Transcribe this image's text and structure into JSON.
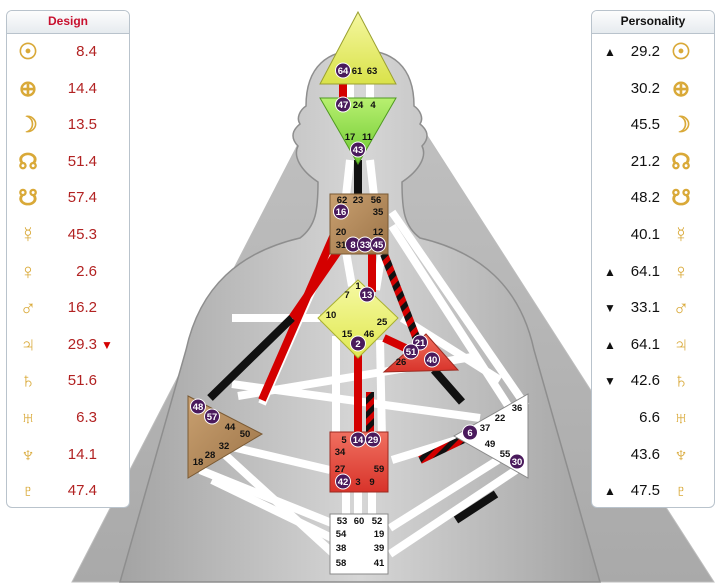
{
  "design": {
    "header": "Design",
    "rows": [
      {
        "planet": "sun-icon",
        "symbol": "☉",
        "value": "8.4",
        "arrow": ""
      },
      {
        "planet": "earth-icon",
        "symbol": "⊕",
        "value": "14.4",
        "arrow": ""
      },
      {
        "planet": "moon-icon",
        "symbol": "☽",
        "value": "13.5",
        "arrow": ""
      },
      {
        "planet": "north-node-icon",
        "symbol": "☊",
        "value": "51.4",
        "arrow": ""
      },
      {
        "planet": "south-node-icon",
        "symbol": "☋",
        "value": "57.4",
        "arrow": ""
      },
      {
        "planet": "mercury-icon",
        "symbol": "☿",
        "value": "45.3",
        "arrow": ""
      },
      {
        "planet": "venus-icon",
        "symbol": "♀",
        "value": "2.6",
        "arrow": ""
      },
      {
        "planet": "mars-icon",
        "symbol": "♂",
        "value": "16.2",
        "arrow": ""
      },
      {
        "planet": "jupiter-icon",
        "symbol": "♃",
        "value": "29.3",
        "arrow": "▼"
      },
      {
        "planet": "saturn-icon",
        "symbol": "♄",
        "value": "51.6",
        "arrow": ""
      },
      {
        "planet": "uranus-icon",
        "symbol": "♅",
        "value": "6.3",
        "arrow": ""
      },
      {
        "planet": "neptune-icon",
        "symbol": "♆",
        "value": "14.1",
        "arrow": ""
      },
      {
        "planet": "pluto-icon",
        "symbol": "♇",
        "value": "47.4",
        "arrow": ""
      }
    ]
  },
  "personality": {
    "header": "Personality",
    "rows": [
      {
        "planet": "sun-icon",
        "symbol": "☉",
        "value": "29.2",
        "arrow": "▲"
      },
      {
        "planet": "earth-icon",
        "symbol": "⊕",
        "value": "30.2",
        "arrow": ""
      },
      {
        "planet": "moon-icon",
        "symbol": "☽",
        "value": "45.5",
        "arrow": ""
      },
      {
        "planet": "north-node-icon",
        "symbol": "☊",
        "value": "21.2",
        "arrow": ""
      },
      {
        "planet": "south-node-icon",
        "symbol": "☋",
        "value": "48.2",
        "arrow": ""
      },
      {
        "planet": "mercury-icon",
        "symbol": "☿",
        "value": "40.1",
        "arrow": ""
      },
      {
        "planet": "venus-icon",
        "symbol": "♀",
        "value": "64.1",
        "arrow": "▲"
      },
      {
        "planet": "mars-icon",
        "symbol": "♂",
        "value": "33.1",
        "arrow": "▼"
      },
      {
        "planet": "jupiter-icon",
        "symbol": "♃",
        "value": "64.1",
        "arrow": "▲"
      },
      {
        "planet": "saturn-icon",
        "symbol": "♄",
        "value": "42.6",
        "arrow": "▼"
      },
      {
        "planet": "uranus-icon",
        "symbol": "♅",
        "value": "6.6",
        "arrow": ""
      },
      {
        "planet": "neptune-icon",
        "symbol": "♆",
        "value": "43.6",
        "arrow": ""
      },
      {
        "planet": "pluto-icon",
        "symbol": "♇",
        "value": "47.5",
        "arrow": "▲"
      }
    ]
  },
  "colors": {
    "design_red": "#d40000",
    "personality_black": "#111111",
    "glyph_gold": "#d9a938",
    "defined_brown": "#b0885a",
    "defined_red": "#e0453a",
    "defined_yellow": "#e8f070",
    "defined_green": "#8fe040",
    "gate_circle": "#4a1a5c"
  },
  "centers": {
    "head": {
      "gates": [
        {
          "label": "64",
          "circled": true
        },
        {
          "label": "61",
          "circled": false
        },
        {
          "label": "63",
          "circled": false
        }
      ]
    },
    "ajna": {
      "gates": [
        {
          "label": "47",
          "circled": true
        },
        {
          "label": "24",
          "circled": false
        },
        {
          "label": "4",
          "circled": false
        },
        {
          "label": "17",
          "circled": false
        },
        {
          "label": "11",
          "circled": false
        },
        {
          "label": "43",
          "circled": true
        }
      ]
    },
    "throat": {
      "gates": [
        {
          "label": "62",
          "circled": false
        },
        {
          "label": "23",
          "circled": false
        },
        {
          "label": "56",
          "circled": false
        },
        {
          "label": "16",
          "circled": true
        },
        {
          "label": "35",
          "circled": false
        },
        {
          "label": "20",
          "circled": false
        },
        {
          "label": "12",
          "circled": false
        },
        {
          "label": "31",
          "circled": false
        },
        {
          "label": "8",
          "circled": true
        },
        {
          "label": "33",
          "circled": true
        },
        {
          "label": "45",
          "circled": true
        }
      ]
    },
    "g": {
      "gates": [
        {
          "label": "1",
          "circled": false
        },
        {
          "label": "7",
          "circled": false
        },
        {
          "label": "13",
          "circled": true
        },
        {
          "label": "10",
          "circled": false
        },
        {
          "label": "25",
          "circled": false
        },
        {
          "label": "15",
          "circled": false
        },
        {
          "label": "46",
          "circled": false
        },
        {
          "label": "2",
          "circled": true
        }
      ]
    },
    "heart": {
      "gates": [
        {
          "label": "21",
          "circled": true
        },
        {
          "label": "51",
          "circled": true
        },
        {
          "label": "26",
          "circled": false
        },
        {
          "label": "40",
          "circled": true
        }
      ]
    },
    "spleen": {
      "gates": [
        {
          "label": "48",
          "circled": true
        },
        {
          "label": "57",
          "circled": true
        },
        {
          "label": "44",
          "circled": false
        },
        {
          "label": "50",
          "circled": false
        },
        {
          "label": "32",
          "circled": false
        },
        {
          "label": "28",
          "circled": false
        },
        {
          "label": "18",
          "circled": false
        }
      ]
    },
    "sacral": {
      "gates": [
        {
          "label": "5",
          "circled": false
        },
        {
          "label": "14",
          "circled": true
        },
        {
          "label": "29",
          "circled": true
        },
        {
          "label": "34",
          "circled": false
        },
        {
          "label": "27",
          "circled": false
        },
        {
          "label": "59",
          "circled": false
        },
        {
          "label": "42",
          "circled": true
        },
        {
          "label": "3",
          "circled": false
        },
        {
          "label": "9",
          "circled": false
        }
      ]
    },
    "solar_plexus": {
      "gates": [
        {
          "label": "36",
          "circled": false
        },
        {
          "label": "22",
          "circled": false
        },
        {
          "label": "6",
          "circled": true
        },
        {
          "label": "37",
          "circled": false
        },
        {
          "label": "49",
          "circled": false
        },
        {
          "label": "55",
          "circled": false
        },
        {
          "label": "30",
          "circled": true
        }
      ]
    },
    "root": {
      "gates": [
        {
          "label": "53",
          "circled": false
        },
        {
          "label": "60",
          "circled": false
        },
        {
          "label": "52",
          "circled": false
        },
        {
          "label": "54",
          "circled": false
        },
        {
          "label": "19",
          "circled": false
        },
        {
          "label": "38",
          "circled": false
        },
        {
          "label": "39",
          "circled": false
        },
        {
          "label": "58",
          "circled": false
        },
        {
          "label": "41",
          "circled": false
        }
      ]
    }
  }
}
